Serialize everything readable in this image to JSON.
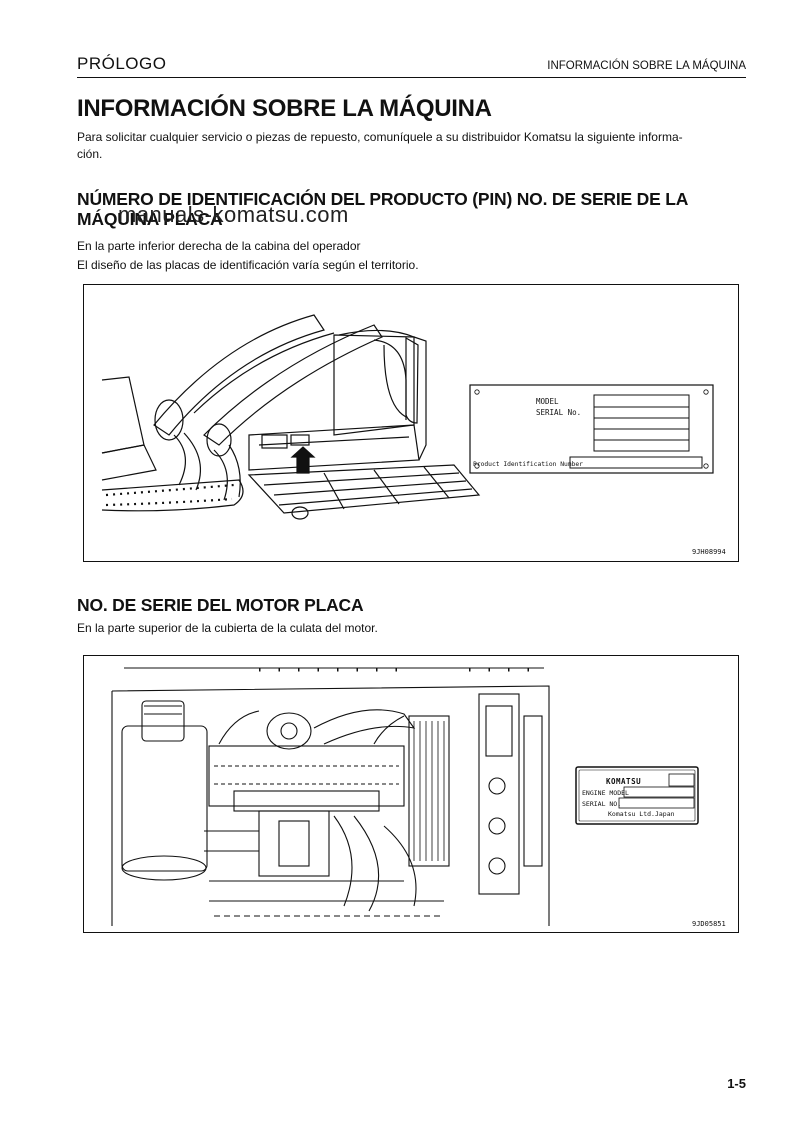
{
  "header": {
    "section": "PRÓLOGO",
    "chapter": "INFORMACIÓN SOBRE LA MÁQUINA"
  },
  "main": {
    "title": "INFORMACIÓN SOBRE LA MÁQUINA",
    "intro_line1": "Para solicitar cualquier servicio o piezas de repuesto, comuníquele a su distribuidor Komatsu la siguiente informa-",
    "intro_line2": "ción."
  },
  "watermark": "manuals-komatsu.com",
  "section_pin": {
    "title_line1": "NÚMERO DE IDENTIFICACIÓN DEL PRODUCTO (PIN) NO. DE SERIE DE LA",
    "title_line2": "MÁQUINA PLACA",
    "text1": "En la parte inferior derecha de la cabina del operador",
    "text2": "El diseño de las placas de identificación varía según el territorio.",
    "figure": {
      "code": "9JH08994",
      "plate_labels": {
        "model": "MODEL",
        "serial": "SERIAL No.",
        "pin": "Product Identification Number"
      }
    }
  },
  "section_engine": {
    "title": "NO. DE SERIE DEL MOTOR PLACA",
    "text": "En la parte superior de la cubierta de la culata del motor.",
    "figure": {
      "code": "9JD05851",
      "plate_labels": {
        "brand": "KOMATSU",
        "engine_model": "ENGINE MODEL",
        "serial": "SERIAL NO.",
        "maker": "Komatsu Ltd.Japan"
      }
    }
  },
  "footer": {
    "page": "1-5"
  }
}
